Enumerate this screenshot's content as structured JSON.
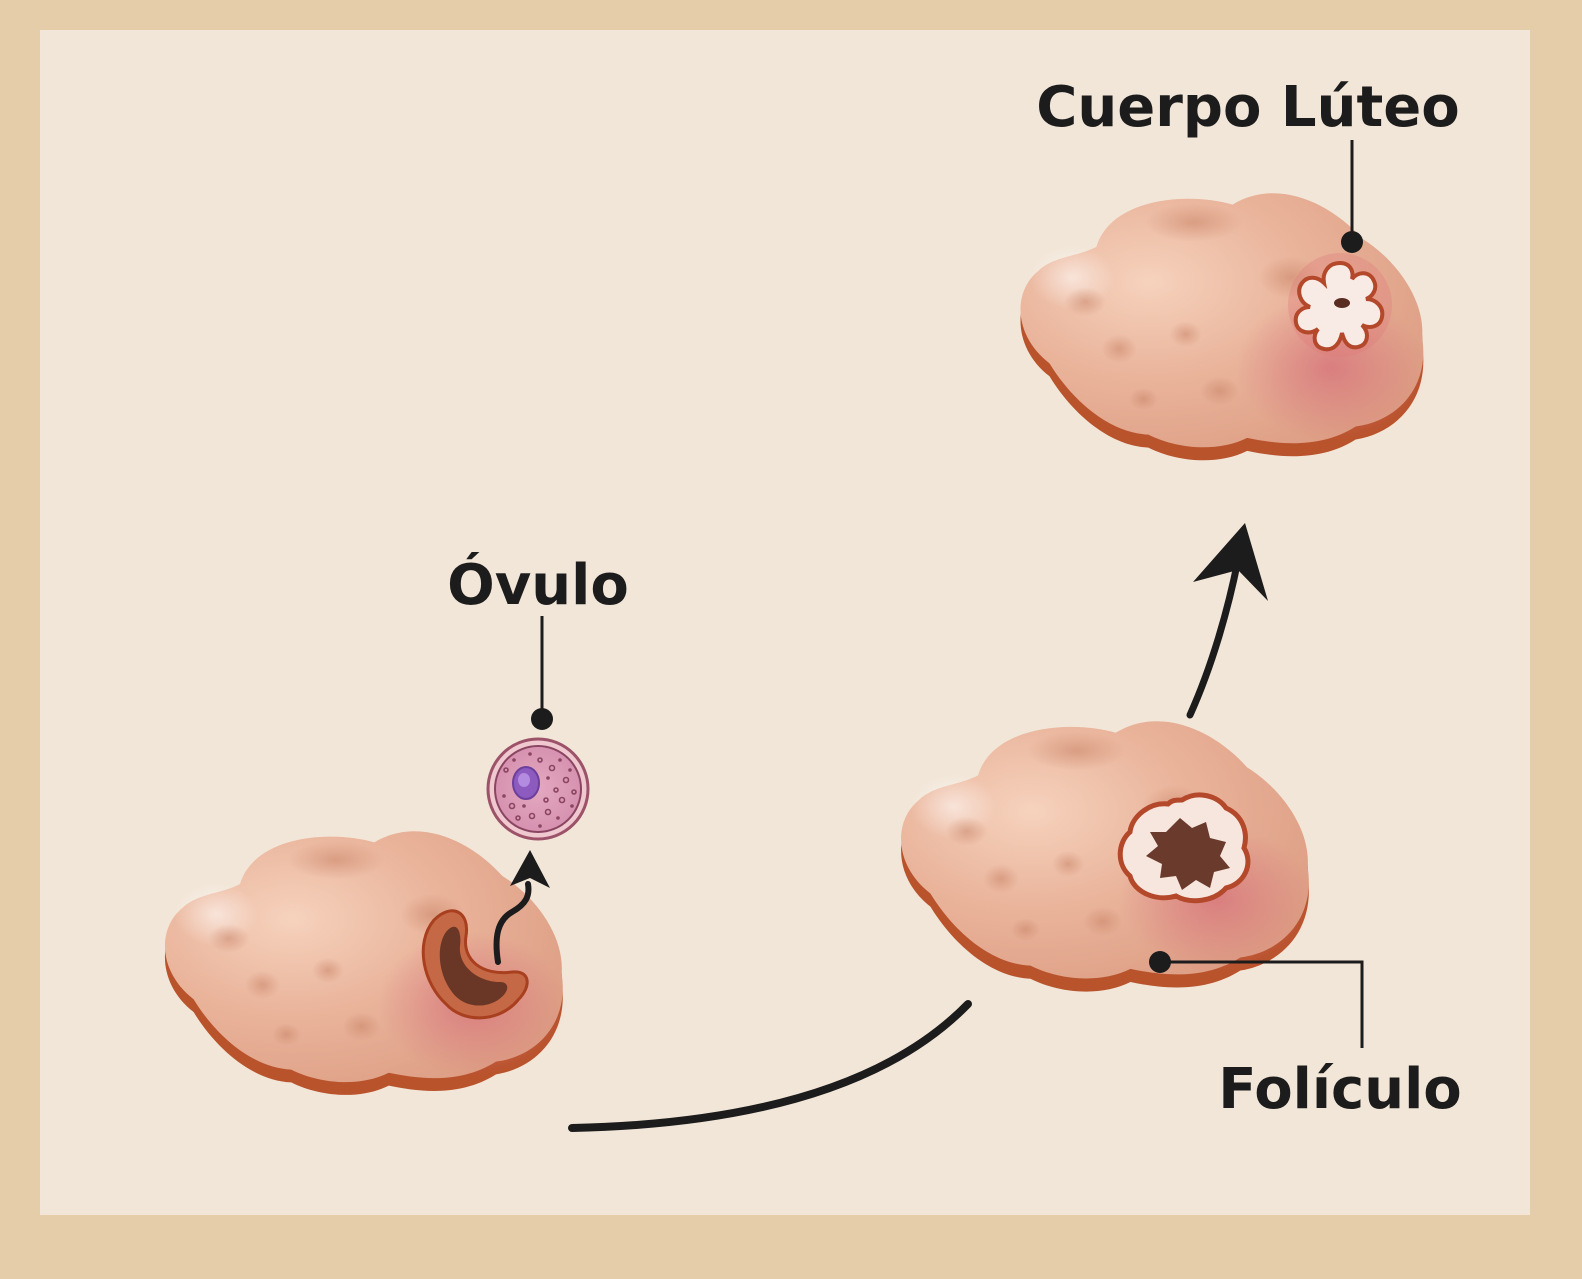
{
  "labels": {
    "corpus_luteum": "Cuerpo Lúteo",
    "ovum": "Óvulo",
    "follicle": "Folículo"
  },
  "colors": {
    "frame": "#e6cdaa",
    "background": "#f2e6d8",
    "ovary_skin": "#e2a98f",
    "ovary_blush": "#d77f74",
    "ovary_base": "#b9532c",
    "rupture": "#6a3727",
    "ovum_membrane": "#e8aebb",
    "ovum_nucleus": "#8d5bc0",
    "luteum_fill": "#f8ebe6",
    "ink": "#1c1c1c"
  }
}
